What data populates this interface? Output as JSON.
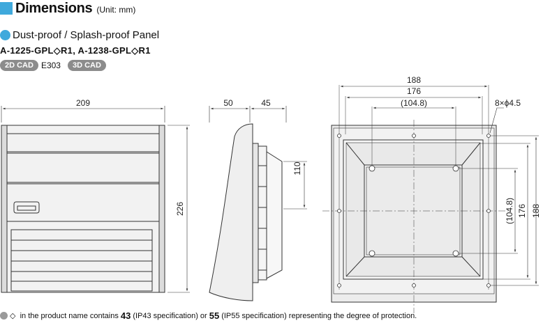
{
  "header": {
    "title": "Dimensions",
    "unit": "(Unit: mm)"
  },
  "product": {
    "name": "Dust-proof / Splash-proof Panel",
    "models": "A-1225-GPL◇R1, A-1238-GPL◇R1"
  },
  "cad": {
    "badge_2d": "2D CAD",
    "code": "E303",
    "badge_3d": "3D CAD"
  },
  "front_view": {
    "width_label": "209",
    "height_label": "226"
  },
  "side_view": {
    "depth1_label": "50",
    "depth2_label": "45",
    "height_label": "110"
  },
  "back_view": {
    "width_outer_label": "188",
    "width_mid_label": "176",
    "width_inner_label": "(104.8)",
    "holes_label": "8×ϕ4.5",
    "height_inner_label": "(104.8)",
    "height_mid_label": "176",
    "height_outer_label": "188"
  },
  "footnote": {
    "symbols": "◇",
    "text_a": "in the product name contains",
    "value_a": "43",
    "text_b": "(IP43 specification) or",
    "value_b": "55",
    "text_c": "(IP55 specification) representing the degree of protection."
  },
  "colors": {
    "accent": "#3fa9dc",
    "badge": "#8c8c8c",
    "panel_fill": "#ececec"
  }
}
